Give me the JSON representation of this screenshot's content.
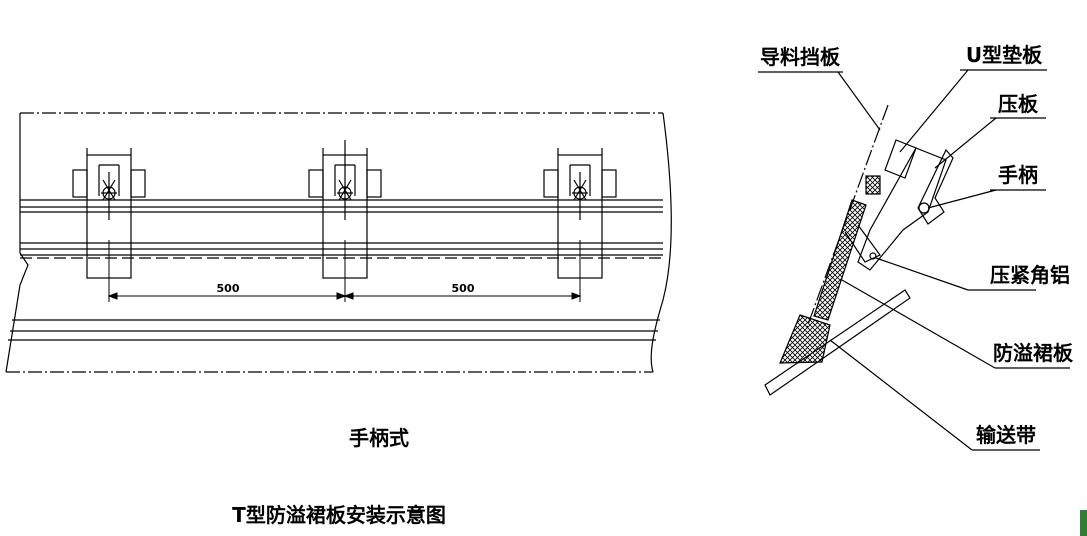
{
  "front_view": {
    "dimension_left": "500",
    "dimension_right": "500",
    "caption": "手柄式"
  },
  "side_view": {
    "labels": {
      "guide_baffle": "导料挡板",
      "u_shim": "U型垫板",
      "press_plate": "压板",
      "handle": "手柄",
      "clamp_angle": "压紧角铝",
      "skirt_board": "防溢裙板",
      "conveyor_belt": "输送带"
    }
  },
  "title": "T型防溢裙板安装示意图"
}
